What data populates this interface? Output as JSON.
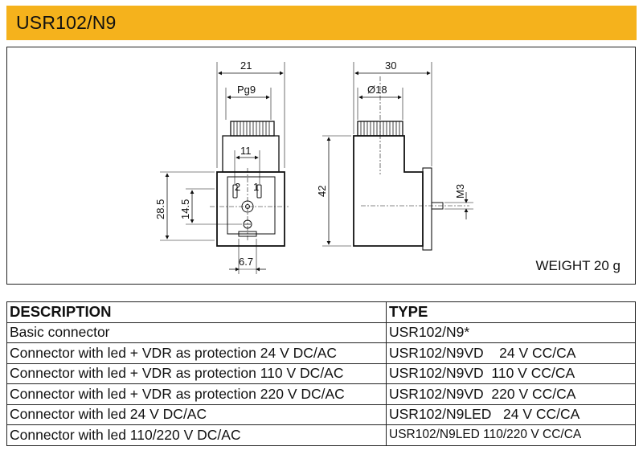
{
  "header": {
    "title": "USR102/N9",
    "color": "#f5b21c"
  },
  "drawing": {
    "dimensions": {
      "front_width": "21",
      "thread": "Pg9",
      "pin_spacing": "11",
      "height_outer": "28.5",
      "height_inner": "14.5",
      "bottom_offset": "6.7",
      "pin_label_left": "2",
      "pin_label_right": "1",
      "side_width": "30",
      "side_diameter": "Ø18",
      "side_height": "42",
      "screw": "M3"
    },
    "weight": "WEIGHT 20 g"
  },
  "table": {
    "headers": [
      "DESCRIPTION",
      "TYPE"
    ],
    "rows": [
      {
        "description": "Basic connector",
        "type": "USR102/N9*"
      },
      {
        "description": "Connector with led + VDR as protection 24 V DC/AC",
        "type": "USR102/N9VD    24 V CC/CA"
      },
      {
        "description": "Connector with led + VDR as protection 110 V DC/AC",
        "type": "USR102/N9VD  110 V CC/CA"
      },
      {
        "description": "Connector with led + VDR as protection 220 V DC/AC",
        "type": "USR102/N9VD  220 V CC/CA"
      },
      {
        "description": "Connector with led 24 V DC/AC",
        "type": "USR102/N9LED   24 V CC/CA"
      },
      {
        "description": "Connector with led 110/220 V DC/AC",
        "type": "USR102/N9LED 110/220 V CC/CA"
      }
    ]
  }
}
